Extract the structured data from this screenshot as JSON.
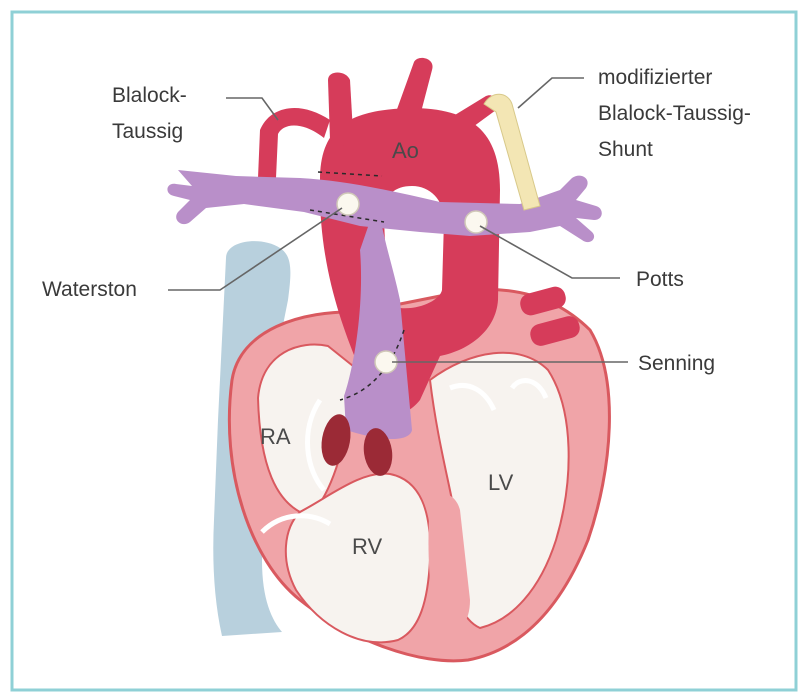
{
  "labels": {
    "blalock_taussig_line1": "Blalock-",
    "blalock_taussig_line2": "Taussig",
    "modified_line1": "modifizierter",
    "modified_line2": "Blalock-Taussig-",
    "modified_line3": "Shunt",
    "waterston": "Waterston",
    "potts": "Potts",
    "senning": "Senning"
  },
  "chambers": {
    "aorta": "Ao",
    "right_atrium": "RA",
    "right_ventricle": "RV",
    "left_ventricle": "LV"
  },
  "colors": {
    "frame_border": "#8fd0d6",
    "aorta": "#d63c5a",
    "pulmonary": "#b98fc9",
    "vena_cava": "#b8d0dd",
    "heart_wall": "#f0a4a8",
    "heart_outline": "#d9595f",
    "chamber_fill": "#f7f3ef",
    "shunt_graft": "#f3e6b4",
    "veins": "#9b2a36"
  },
  "icons": {
    "anastomosis_marker": "white-circle"
  }
}
